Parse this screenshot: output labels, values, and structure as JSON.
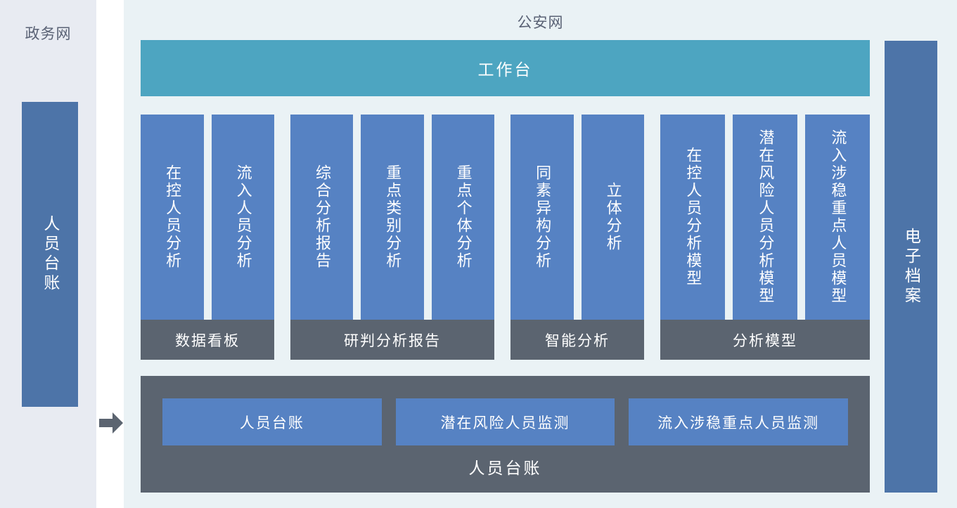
{
  "left_zone": {
    "title": "政务网",
    "bar_label": "人员台账",
    "bar_color": "#4D74A8",
    "background_color": "#E8EBF2"
  },
  "arrow": {
    "icon": "arrow-right-icon",
    "color": "#5B6470"
  },
  "main_zone": {
    "title": "公安网",
    "background_color": "#EAF2F5",
    "workbench": {
      "label": "工作台",
      "color": "#4DA5C1"
    },
    "groups": [
      {
        "band_label": "数据看板",
        "cards": [
          "在控人员分析",
          "流入人员分析"
        ]
      },
      {
        "band_label": "研判分析报告",
        "cards": [
          "综合分析报告",
          "重点类别分析",
          "重点个体分析"
        ]
      },
      {
        "band_label": "智能分析",
        "cards": [
          "同素异构分析",
          "立体分析"
        ]
      },
      {
        "band_label": "分析模型",
        "cards": [
          "在控人员分析模型",
          "潜在风险人员分析模型",
          "流入涉稳重点人员模型"
        ]
      }
    ],
    "bottom_panel": {
      "label": "人员台账",
      "background_color": "#5B6470",
      "cards": [
        "人员台账",
        "潜在风险人员监测",
        "流入涉稳重点人员监测"
      ]
    }
  },
  "right_zone": {
    "bar_label": "电子档案",
    "bar_color": "#4D74A8"
  },
  "palette": {
    "card_blue": "#5682C3",
    "band_gray": "#5B6470",
    "teal": "#4DA5C1",
    "sidebar_blue": "#4D74A8",
    "title_text": "#5A6275"
  }
}
